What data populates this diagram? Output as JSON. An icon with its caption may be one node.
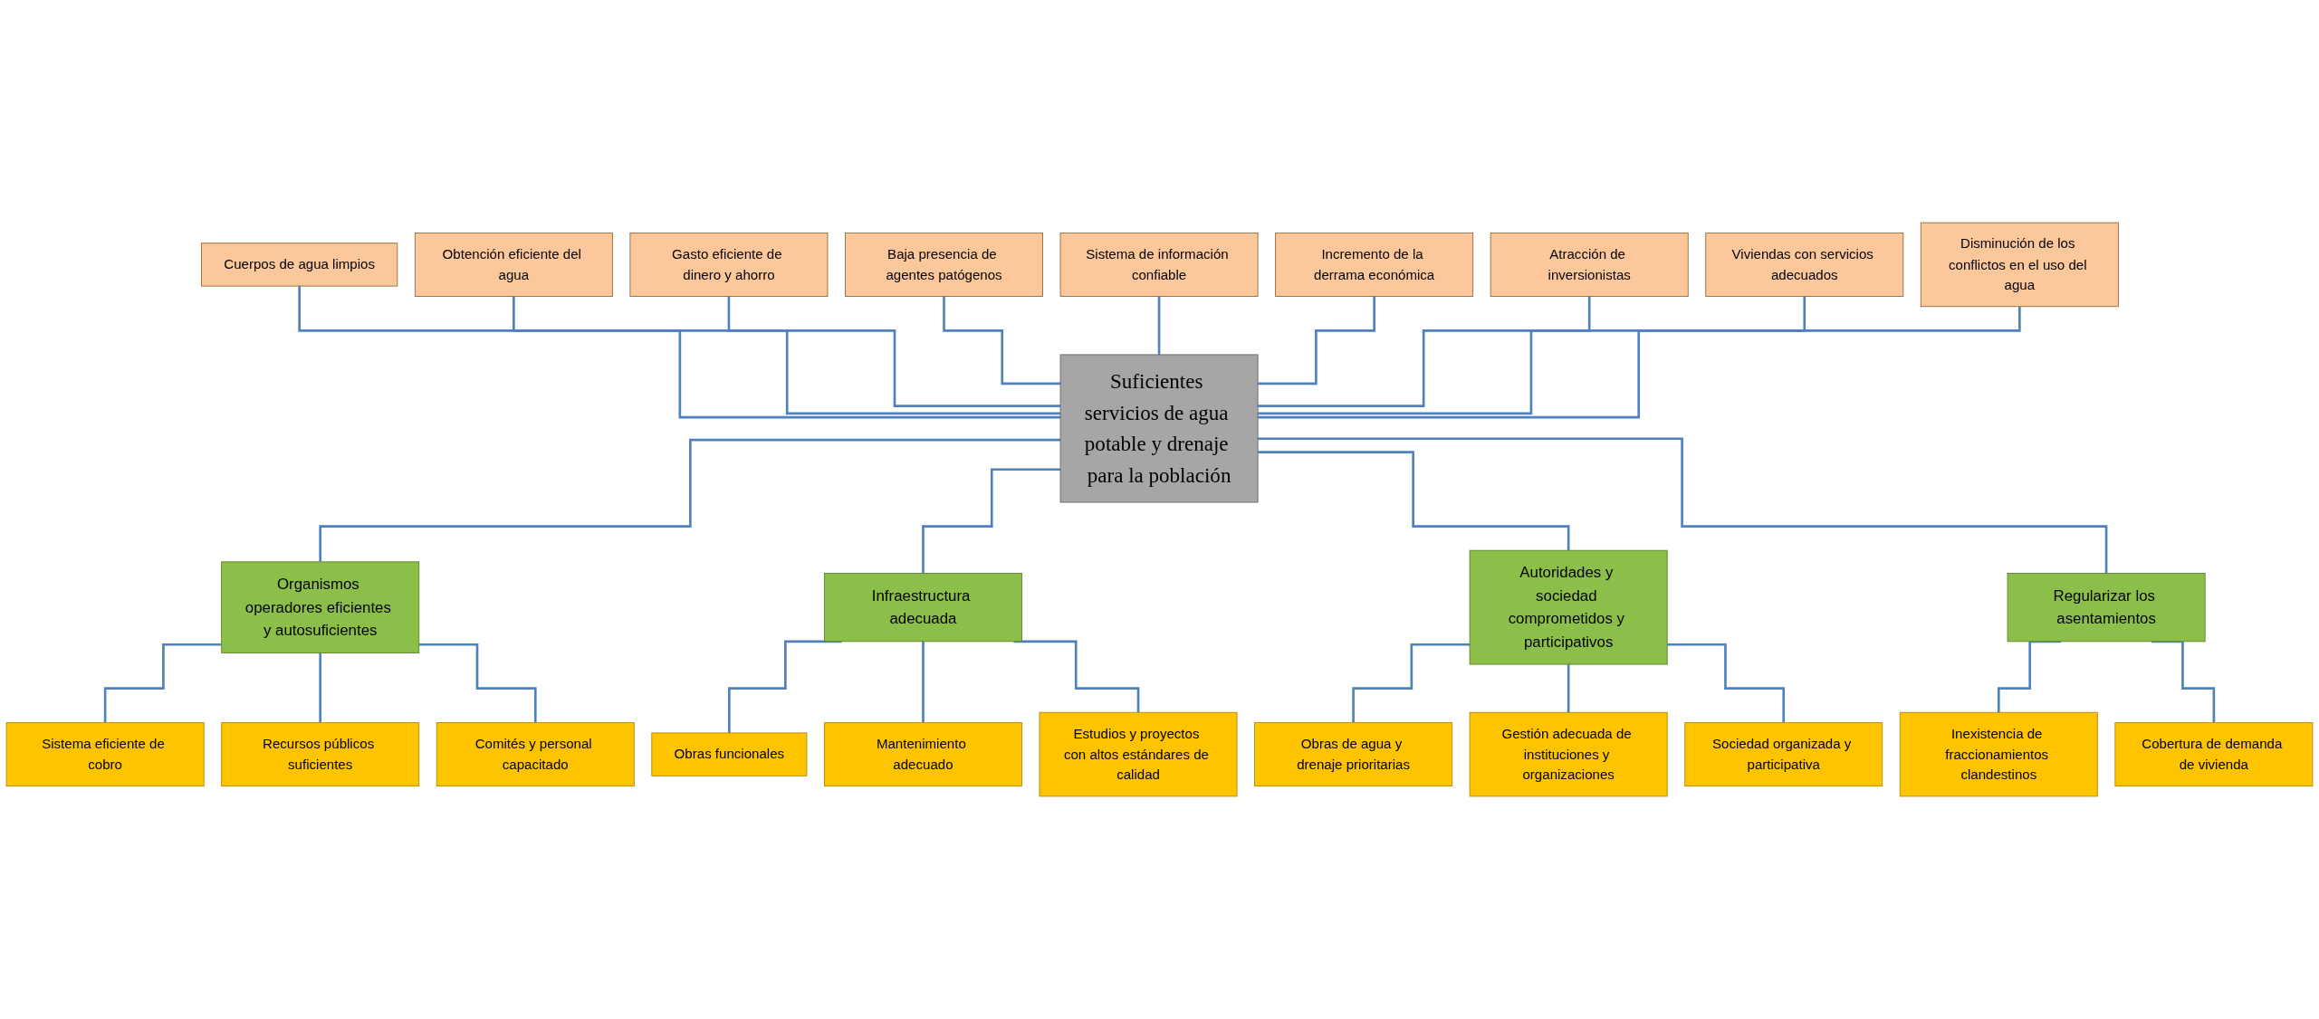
{
  "diagram": {
    "nodes": [
      {
        "text": [
          "Cuerpos de agua limpios"
        ]
      },
      {
        "text": [
          "Obtención eficiente del agua"
        ]
      },
      {
        "text": [
          "Gasto eficiente de dinero y ahorro"
        ]
      },
      {
        "text": [
          "Baja presencia de agentes patógenos"
        ]
      },
      {
        "text": [
          "Sistema de información confiable"
        ]
      },
      {
        "text": [
          "Incremento de la derrama económica"
        ]
      },
      {
        "text": [
          "Atracción de inversionistas"
        ]
      },
      {
        "text": [
          "Viviendas con servicios adecuados"
        ]
      },
      {
        "text": [
          "Disminución de los conflictos en el uso del agua"
        ]
      },
      {
        "text": [
          "Suficientes servicios de agua potable y drenaje para la población"
        ]
      },
      {
        "text": [
          "Organismos operadores eficientes y autosuficientes"
        ]
      },
      {
        "text": [
          "Infraestructura adecuada"
        ]
      },
      {
        "text": [
          "Autoridades y sociedad comprometidos y participativos"
        ]
      },
      {
        "text": [
          "Regularizar los asentamientos"
        ]
      },
      {
        "text": [
          "Sistema eficiente de cobro"
        ]
      },
      {
        "text": [
          "Recursos públicos suficientes"
        ]
      },
      {
        "text": [
          "Comités y personal capacitado"
        ]
      },
      {
        "text": [
          "Obras funcionales"
        ]
      },
      {
        "text": [
          "Mantenimiento adecuado"
        ]
      },
      {
        "text": [
          "Estudios y proyectos con altos estándares de calidad"
        ]
      },
      {
        "text": [
          "Obras de agua y drenaje prioritarias"
        ]
      },
      {
        "text": [
          "Gestión adecuada de instituciones y organizaciones"
        ]
      },
      {
        "text": [
          "Sociedad organizada y participativa"
        ]
      },
      {
        "text": [
          "Inexistencia de fraccionamientos clandestinos"
        ]
      },
      {
        "text": [
          "Cobertura de demanda de vivienda"
        ]
      }
    ],
    "edges": [
      {
        "from": 0,
        "to": 9,
        "arrow": "none"
      },
      {
        "from": 1,
        "to": 9,
        "arrow": "none"
      },
      {
        "from": 2,
        "to": 9,
        "arrow": "none"
      },
      {
        "from": 3,
        "to": 9,
        "arrow": "none"
      },
      {
        "from": 4,
        "to": 9,
        "arrow": "none"
      },
      {
        "from": 5,
        "to": 9,
        "arrow": "none"
      },
      {
        "from": 6,
        "to": 9,
        "arrow": "none"
      },
      {
        "from": 7,
        "to": 9,
        "arrow": "none"
      },
      {
        "from": 8,
        "to": 9,
        "arrow": "none"
      },
      {
        "from": 9,
        "to": 10,
        "arrow": "none"
      },
      {
        "from": 9,
        "to": 11,
        "arrow": "none"
      },
      {
        "from": 9,
        "to": 12,
        "arrow": "none"
      },
      {
        "from": 9,
        "to": 13,
        "arrow": "none"
      },
      {
        "from": 10,
        "to": 14,
        "arrow": "none"
      },
      {
        "from": 10,
        "to": 15,
        "arrow": "none"
      },
      {
        "from": 10,
        "to": 16,
        "arrow": "none"
      },
      {
        "from": 11,
        "to": 17,
        "arrow": "none"
      },
      {
        "from": 11,
        "to": 18,
        "arrow": "none"
      },
      {
        "from": 11,
        "to": 19,
        "arrow": "none"
      },
      {
        "from": 12,
        "to": 20,
        "arrow": "none"
      },
      {
        "from": 12,
        "to": 21,
        "arrow": "none"
      },
      {
        "from": 12,
        "to": 22,
        "arrow": "none"
      },
      {
        "from": 13,
        "to": 23,
        "arrow": "none"
      },
      {
        "from": 13,
        "to": 24,
        "arrow": "none"
      }
    ]
  }
}
